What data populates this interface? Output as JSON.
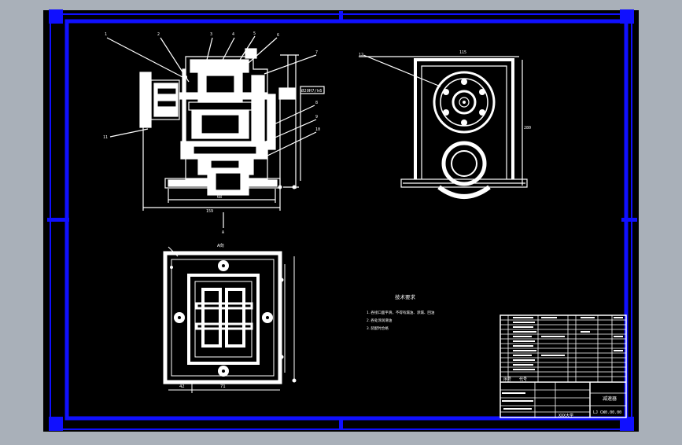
{
  "colors": {
    "background": "#a9b0b9",
    "sheet": "#000000",
    "frame": "#1010ff",
    "lines": "#ffffff"
  },
  "leaders": {
    "side_left": [
      "1",
      "2",
      "3",
      "4",
      "5",
      "6",
      "7",
      "8",
      "9",
      "10",
      "11"
    ],
    "end_view": "12"
  },
  "dims": {
    "side_width": "159",
    "side_mid": "68",
    "end_top": "115",
    "end_height": "280",
    "view_a_left": "42",
    "view_a_right": "71"
  },
  "labels": {
    "fit_box": "Ø20H7/k6",
    "view_a": "A向",
    "arrow_a": "A"
  },
  "tech": {
    "title": "技术要求",
    "items": [
      "1.各接口面平滑，不得有漏油、渗漏、回油",
      "2.各处涂润滑油",
      "3.装配时合格"
    ]
  },
  "title_block": {
    "name": "减速器",
    "code": "LJ CW0.00.00",
    "company": "XXX大学",
    "hdr_no": "序号",
    "hdr_code": "代号"
  }
}
